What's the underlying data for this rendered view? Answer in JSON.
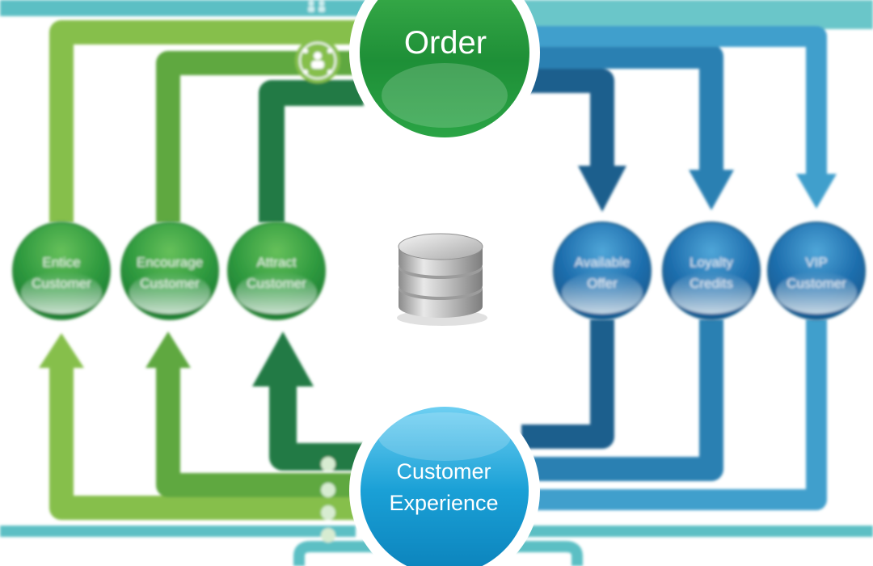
{
  "hubs": {
    "order": {
      "label": "Order"
    },
    "experience": {
      "line1": "Customer",
      "line2": "Experience"
    }
  },
  "green_nodes": [
    {
      "line1": "Entice",
      "line2": "Customer"
    },
    {
      "line1": "Encourage",
      "line2": "Customer"
    },
    {
      "line1": "Attract",
      "line2": "Customer"
    }
  ],
  "blue_nodes": [
    {
      "line1": "Available",
      "line2": "Offer"
    },
    {
      "line1": "Loyalty",
      "line2": "Credits"
    },
    {
      "line1": "VIP",
      "line2": "Customer"
    }
  ],
  "center": {
    "icon": "database-icon"
  },
  "colors": {
    "green_light": "#7dba4c",
    "green_mid": "#4e9e3c",
    "green_dark": "#1f7a46",
    "blue_light": "#4aa3cf",
    "blue_mid": "#2a7fb1",
    "blue_dark": "#1a5e8c",
    "teal": "#5cbfc4"
  }
}
